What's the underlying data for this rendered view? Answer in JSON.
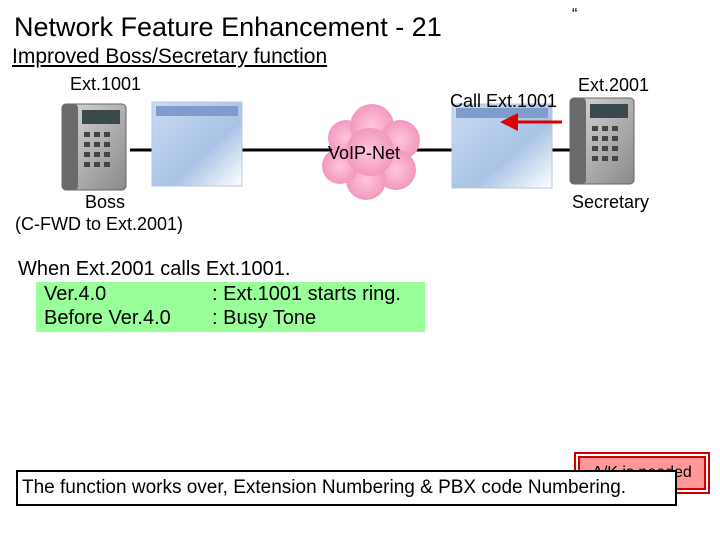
{
  "title": "Network Feature Enhancement - 21",
  "subtitle": "Improved Boss/Secretary function",
  "quote_mark": "“",
  "diagram": {
    "boss_ext": "Ext.1001",
    "secretary_ext": "Ext.2001",
    "call_label": "Call Ext.1001",
    "cloud_label": "VoIP-Net",
    "boss_label": "Boss",
    "boss_note": "(C-FWD to Ext.2001)",
    "secretary_label": "Secretary"
  },
  "info": {
    "heading": "When Ext.2001 calls Ext.1001.",
    "rows": [
      {
        "version": "Ver.4.0",
        "result": ": Ext.1001 starts ring."
      },
      {
        "version": "Before Ver.4.0",
        "result": ": Busy Tone"
      }
    ]
  },
  "badge": "A/K is needed",
  "footer": "The function works over, Extension Numbering & PBX code Numbering.",
  "colors": {
    "info_bg": "#99ff99",
    "badge_bg": "#ff9999",
    "badge_border": "#cc0000",
    "arrow": "#dd0000",
    "cloud": "#f4a0c4",
    "pbx": "#a9c3e6"
  }
}
